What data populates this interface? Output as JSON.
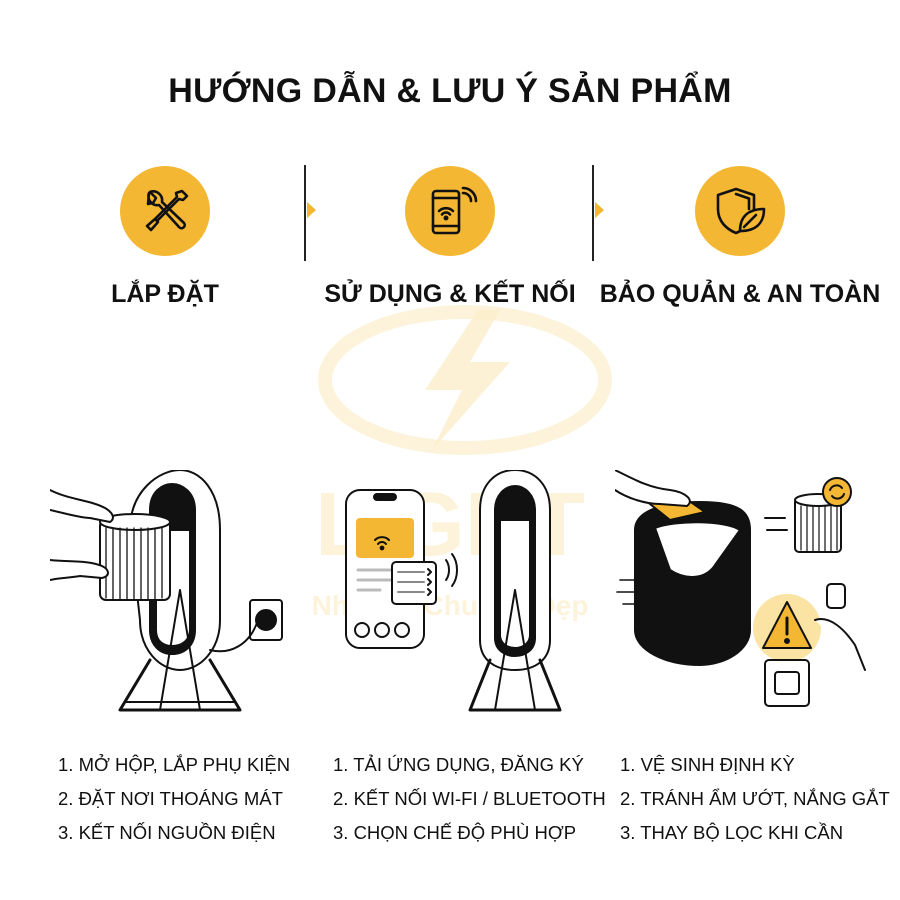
{
  "title": "HƯỚNG DẪN & LƯU Ý SẢN PHẨM",
  "accent_color": "#f3b733",
  "watermark": {
    "brand": "LIGHT",
    "slogan": "Nhanh · Chuẩn · Đẹp"
  },
  "columns": [
    {
      "icon": "tools-icon",
      "title": "LẮP ĐẶT",
      "steps": [
        "1. MỞ HỘP, LẮP PHỤ KIỆN",
        "2. ĐẶT NƠI THOÁNG MÁT",
        "3. KẾT NỐI NGUỒN ĐIỆN"
      ]
    },
    {
      "icon": "smartphone-wifi-icon",
      "title": "SỬ DỤNG & KẾT NỐI",
      "steps": [
        "1. TẢI ỨNG DỤNG, ĐĂNG KÝ",
        "2. KẾT NỐI WI-FI / BLUETOOTH",
        "3. CHỌN CHẾ ĐỘ PHÙ HỢP"
      ]
    },
    {
      "icon": "shield-leaf-icon",
      "title": "BẢO QUẢN & AN TOÀN",
      "steps": [
        "1. VỆ SINH ĐỊNH KỲ",
        "2. TRÁNH ẨM ƯỚT, NẮNG GẮT",
        "3. THAY BỘ LỌC KHI CẦN"
      ]
    }
  ]
}
